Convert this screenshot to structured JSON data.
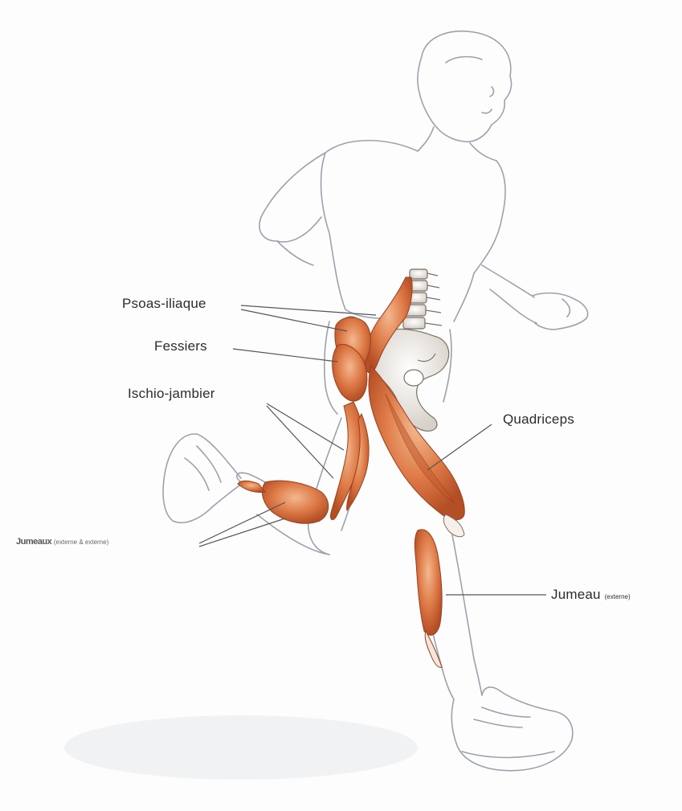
{
  "labels": {
    "psoas": "Psoas-iliaque",
    "fessiers": "Fessiers",
    "ischio": "Ischio-jambier",
    "quadriceps": "Quadriceps",
    "jumeaux_main": "Jumeaux",
    "jumeaux_note": "(externe & externe)",
    "jumeau_main": "Jumeau",
    "jumeau_note": "(externe)"
  },
  "colors": {
    "muscle": "#d9703f",
    "muscle_dark": "#b8502a",
    "outline": "#9aa3ad",
    "leader": "#555555"
  }
}
